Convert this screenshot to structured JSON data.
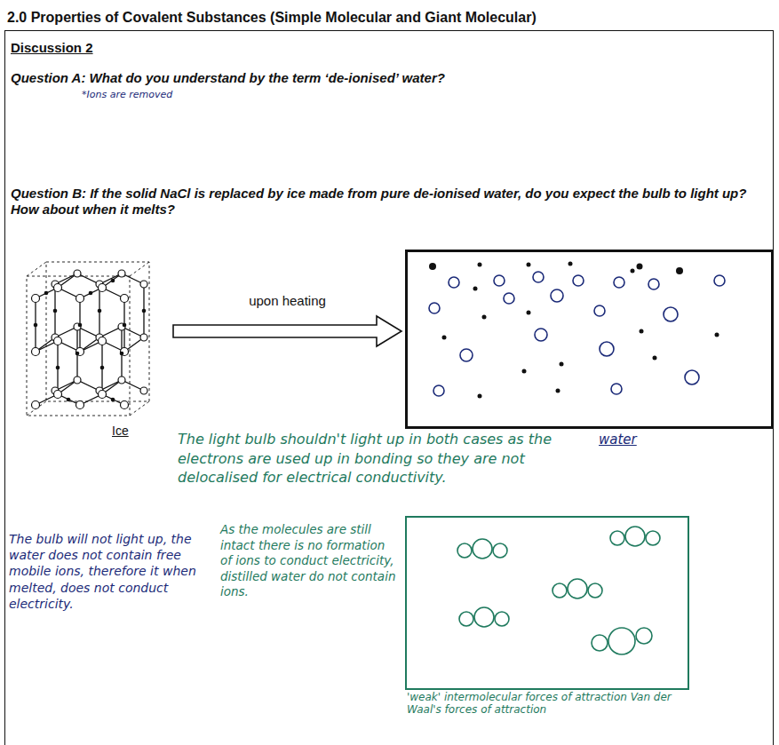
{
  "diagram": {
    "title": "2.0 Properties of Covalent Substances (Simple Molecular and Giant Molecular)",
    "nodes": [
      {
        "text": [
          "Discussion 2",
          "Question A: What do you understand by the term ‘de-ionised’ water?",
          "Question B: If the solid NaCl is replaced by ice made from pure de-ionised water, do you expect the bulb to light up? How about when it melts?"
        ]
      },
      {
        "text": [
          "Ice"
        ],
        "in": 0
      },
      {
        "text": [
          "water"
        ],
        "in": 0
      },
      {
        "text": [
          "'weak' intermolecular forces of attraction Van der Waal's forces of attraction"
        ],
        "in": 0
      }
    ],
    "edges": [
      {
        "from": 1,
        "to": 2,
        "arrow": "to",
        "label": "upon heating"
      }
    ],
    "labels": [
      "*Ions are removed",
      "The light bulb shouldn't light up in both cases as the electrons are used up in bonding so they are not delocalised for electrical conductivity.",
      "The bulb will not light up, the water does not contain free mobile ions, therefore it when melted, does not conduct electricity.",
      "As the molecules are still intact there is no formation of ions to conduct electricity, distilled water do not contain ions."
    ]
  }
}
